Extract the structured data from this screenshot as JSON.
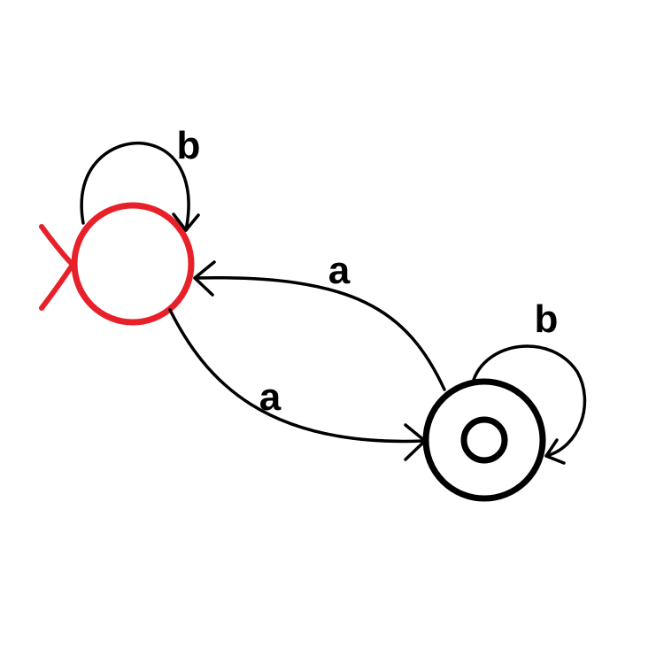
{
  "colors": {
    "start_state": "#e8202a",
    "accept_state": "#000000",
    "edges": "#000000",
    "background": "#ffffff"
  },
  "states": [
    {
      "id": "start",
      "kind": "start",
      "label": ""
    },
    {
      "id": "accept",
      "kind": "accept",
      "label": ""
    }
  ],
  "transitions": [
    {
      "from": "start",
      "to": "start",
      "symbol": "b"
    },
    {
      "from": "start",
      "to": "accept",
      "symbol": "a"
    },
    {
      "from": "accept",
      "to": "start",
      "symbol": "a"
    },
    {
      "from": "accept",
      "to": "accept",
      "symbol": "b"
    }
  ]
}
